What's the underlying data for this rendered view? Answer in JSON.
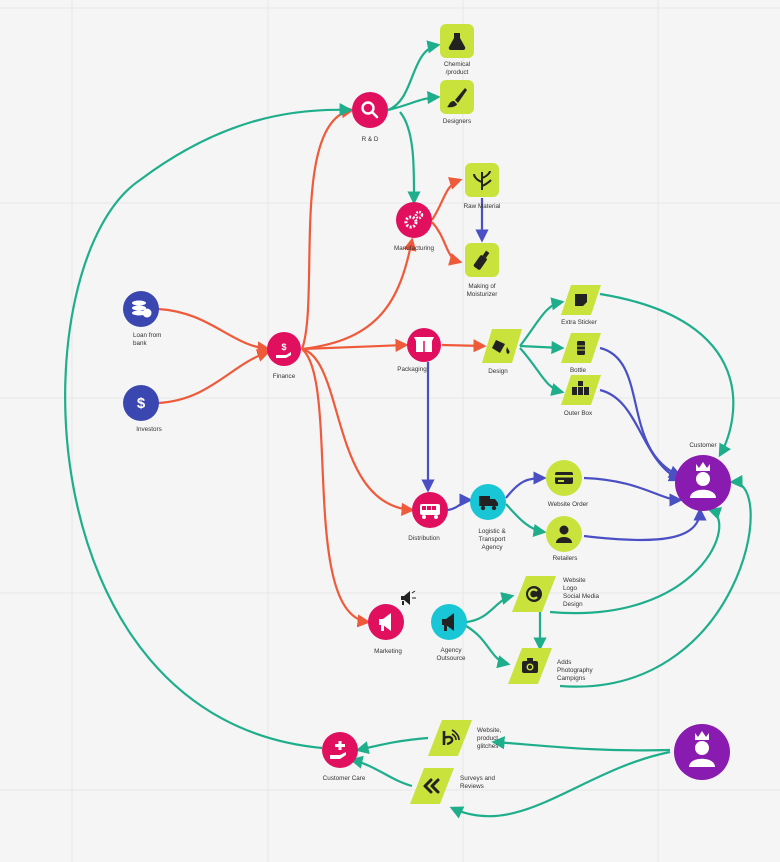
{
  "colors": {
    "magenta": "#e0105f",
    "navy": "#3b47b0",
    "cyan": "#18c6d6",
    "lime": "#c9e23c",
    "purple": "#8a1bb0",
    "edge_orange": "#ef5a3a",
    "edge_teal": "#1fae8c",
    "edge_indigo": "#4a4fc4"
  },
  "nodes": {
    "rnd": {
      "label": "R & D",
      "icon": "search-icon"
    },
    "chemical": {
      "label": "Chemical /product",
      "icon": "flask-icon"
    },
    "designers": {
      "label": "Designers",
      "icon": "paintbrush-icon"
    },
    "raw_material": {
      "label": "Raw Material",
      "icon": "plant-icon"
    },
    "manufacturing": {
      "label": "Manufacturing",
      "icon": "gears-icon"
    },
    "making": {
      "label": "Making of Moisturizer",
      "icon": "bottle-icon"
    },
    "loan": {
      "label": "Loan from bank",
      "icon": "coins-icon"
    },
    "investors": {
      "label": "Investors",
      "icon": "dollar-icon"
    },
    "finance": {
      "label": "Finance",
      "icon": "hand-dollar-icon"
    },
    "packaging": {
      "label": "Packaging",
      "icon": "box-icon"
    },
    "design": {
      "label": "Design",
      "icon": "paint-bucket-icon"
    },
    "extra_sticker": {
      "label": "Extra Sticker",
      "icon": "sticker-icon"
    },
    "bottle": {
      "label": "Bottle",
      "icon": "jar-icon"
    },
    "outer_box": {
      "label": "Outer Box",
      "icon": "boxes-icon"
    },
    "customer": {
      "label": "Customer",
      "icon": "crowned-user-icon"
    },
    "distribution": {
      "label": "Distribution",
      "icon": "bus-icon"
    },
    "logistic": {
      "label": "Logistic & Transport Agency",
      "icon": "truck-icon"
    },
    "website_order": {
      "label": "Website Order",
      "icon": "credit-card-icon"
    },
    "retailers": {
      "label": "Retailers",
      "icon": "user-icon"
    },
    "marketing": {
      "label": "Marketing",
      "icon": "megaphone-icon"
    },
    "agency": {
      "label": "Agency Outsource",
      "icon": "megaphone-icon"
    },
    "website_logo": {
      "label": "Website Logo Social Media Design",
      "icon": "copyright-icon"
    },
    "adds": {
      "label": "Adds Photography Campaigns",
      "icon": "camera-icon"
    },
    "website_glitches": {
      "label": "Website, product glitches",
      "icon": "blogger-icon"
    },
    "surveys": {
      "label": "Surveys and Reviews",
      "icon": "double-chevron-icon"
    },
    "customer_care": {
      "label": "Customer Care",
      "icon": "hand-plus-icon"
    },
    "customer2": {
      "label": "",
      "icon": "crowned-user-icon"
    }
  }
}
